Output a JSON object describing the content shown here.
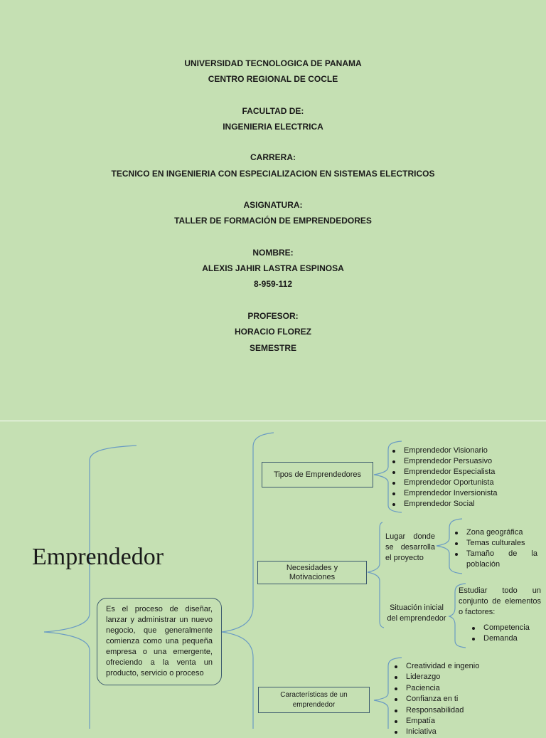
{
  "cover": {
    "lines": [
      "UNIVERSIDAD TECNOLOGICA DE PANAMA",
      "CENTRO REGIONAL DE COCLE",
      "FACULTAD DE:",
      "INGENIERIA ELECTRICA",
      "CARRERA:",
      "TECNICO EN INGENIERIA CON ESPECIALIZACION EN SISTEMAS ELECTRICOS",
      "ASIGNATURA:",
      "TALLER DE FORMACIÓN DE EMPRENDEDORES",
      "NOMBRE:",
      "ALEXIS JAHIR LASTRA ESPINOSA",
      "8-959-112",
      "PROFESOR:",
      "HORACIO FLOREZ",
      "SEMESTRE"
    ]
  },
  "mindmap": {
    "title": "Emprendedor",
    "definition": "Es el proceso de diseñar, lanzar y administrar un nuevo negocio, que generalmente comienza como una pequeña empresa o una emergente, ofreciendo a la venta un producto, servicio o proceso",
    "tipos": {
      "label": "Tipos de Emprendedores",
      "items": [
        "Emprendedor Visionario",
        "Emprendedor Persuasivo",
        "Emprendedor Especialista",
        "Emprendedor Oportunista",
        "Emprendedor Inversionista",
        "Emprendedor Social"
      ]
    },
    "necesidades": {
      "label": "Necesidades y Motivaciones",
      "lugar": {
        "label": "Lugar donde se desarrolla el proyecto",
        "items": [
          "Zona geográfica",
          "Temas culturales",
          "Tamaño de la población"
        ]
      },
      "situacion": {
        "label": "Situación inicial del emprendedor",
        "text": "Estudiar todo un conjunto de elementos o factores:",
        "items": [
          "Competencia",
          "Demanda"
        ]
      }
    },
    "caracteristicas": {
      "label": "Características de un emprendedor",
      "items": [
        "Creatividad e ingenio",
        "Liderazgo",
        "Paciencia",
        "Confianza en ti",
        "Responsabilidad",
        "Empatía",
        "Iniciativa"
      ]
    },
    "colors": {
      "line": "#6a9bc3",
      "box_border": "#3c5a6e",
      "background": "#c5e0b3"
    }
  }
}
